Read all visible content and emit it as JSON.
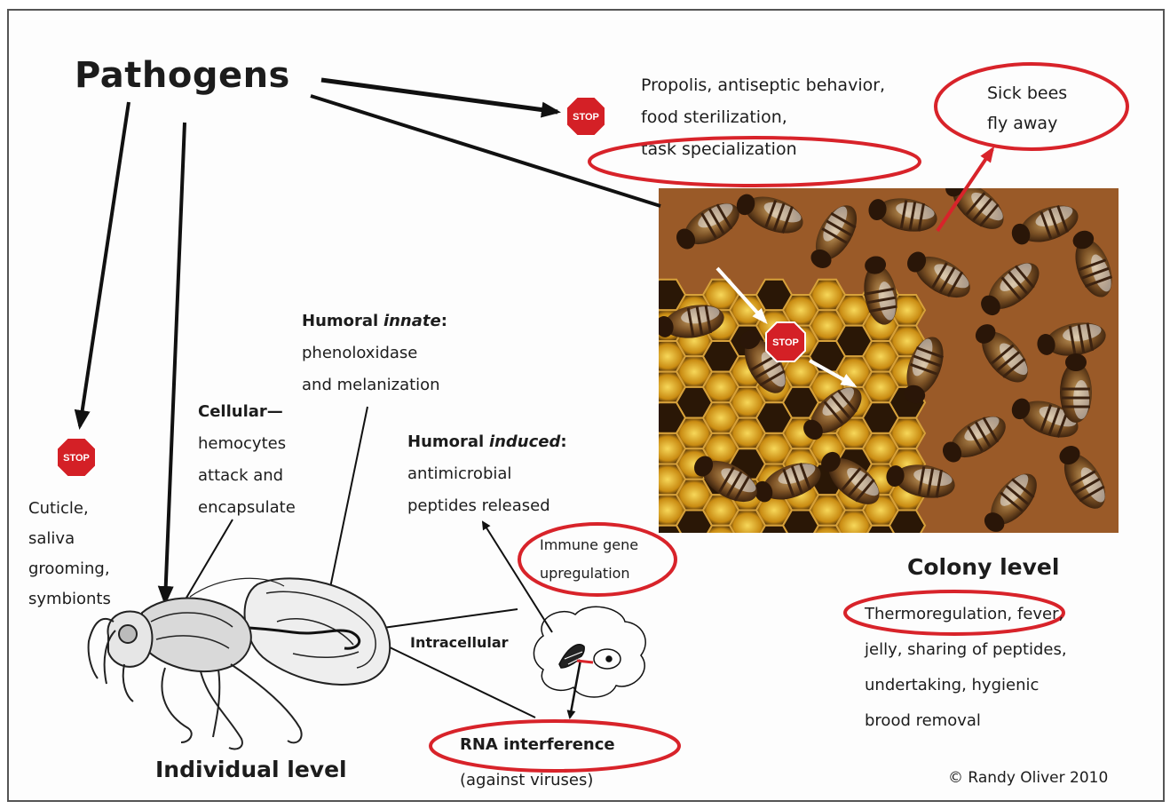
{
  "title": "Pathogens",
  "stop_label": "STOP",
  "barriers": {
    "colony_text": [
      "Propolis, antiseptic behavior,",
      "food sterilization,",
      "task specialization"
    ],
    "sick_bees": [
      "Sick bees",
      "fly away"
    ],
    "individual_text": [
      "Cuticle,",
      "saliva",
      "grooming,",
      "symbionts"
    ]
  },
  "humoral_innate": {
    "heading": "Humoral",
    "heading_em": "innate",
    "heading_colon": ":",
    "lines": [
      "phenoloxidase",
      "and melanization"
    ]
  },
  "cellular": {
    "heading": "Cellular—",
    "lines": [
      "hemocytes",
      "attack and",
      "encapsulate"
    ]
  },
  "humoral_induced": {
    "heading": "Humoral",
    "heading_em": "induced",
    "heading_colon": ":",
    "lines": [
      "antimicrobial",
      "peptides released"
    ]
  },
  "immune_gene": [
    "Immune gene",
    "upregulation"
  ],
  "intracellular": "Intracellular",
  "rna": {
    "label": "RNA interference",
    "sub": "(against viruses)"
  },
  "individual_level": "Individual level",
  "colony_level": {
    "heading": "Colony level",
    "lines": [
      "Thermoregulation, fever,",
      "jelly, sharing of peptides,",
      "undertaking, hygienic",
      "brood removal"
    ]
  },
  "credit": "© Randy Oliver 2010",
  "colors": {
    "highlight_red": "#d8232a",
    "stop_red": "#d42026",
    "arrow": "#111111"
  }
}
